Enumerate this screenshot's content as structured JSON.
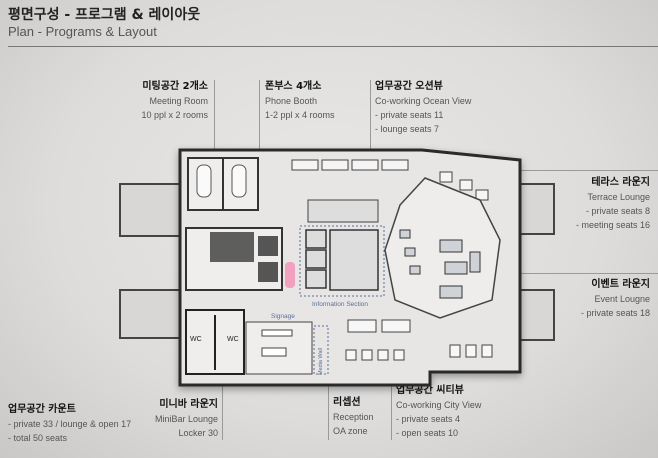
{
  "header": {
    "title_ko": "평면구성 - 프로그램 & 레이아웃",
    "title_en": "Plan - Programs & Layout"
  },
  "labels": {
    "meeting": {
      "ko": "미팅공간 2개소",
      "en": "Meeting Room",
      "detail": "10 ppl x 2 rooms"
    },
    "phone": {
      "ko": "폰부스 4개소",
      "en": "Phone Booth",
      "detail": "1-2 ppl x 4 rooms"
    },
    "ocean": {
      "ko": "업무공간 오션뷰",
      "en": "Co-working Ocean View",
      "d1": "- private seats 11",
      "d2": "- lounge seats 7"
    },
    "terrace": {
      "ko": "테라스 라운지",
      "en": "Terrace Lounge",
      "d1": "- private seats 8",
      "d2": "- meeting seats 16"
    },
    "event": {
      "ko": "이벤트 라운지",
      "en": "Event Lougne",
      "d1": "- private seats 18"
    },
    "count": {
      "ko": "업무공간 카운트",
      "d1": "- private 33 / lounge & open 17",
      "d2": "- total 50 seats"
    },
    "minibar": {
      "ko": "미니바 라운지",
      "en": "MiniBar Lounge",
      "detail": "Locker 30"
    },
    "reception": {
      "ko": "리셉션",
      "en": "Reception",
      "detail": "OA zone"
    },
    "city": {
      "ko": "업무공간 씨티뷰",
      "en": "Co-working City View",
      "d1": "- private seats 4",
      "d2": "- open seats 10"
    }
  },
  "plan": {
    "info_section": "Information Section",
    "signage": "Signage",
    "wc": "WC",
    "media_wall": "Media Wall",
    "colors": {
      "signage_marker": "#f2a0c0",
      "dotted_path": "#5a6f9a",
      "wall": "#2b2b2b",
      "floor": "#e4e3e1"
    }
  }
}
